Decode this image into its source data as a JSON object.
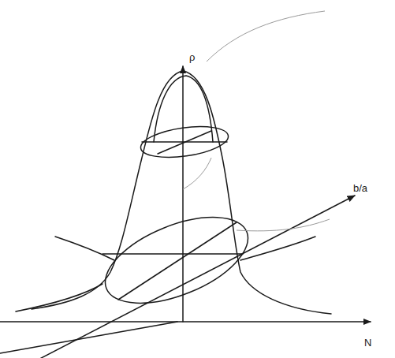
{
  "diagram": {
    "labels": [
      "ρ",
      "b/a",
      "N"
    ]
  }
}
